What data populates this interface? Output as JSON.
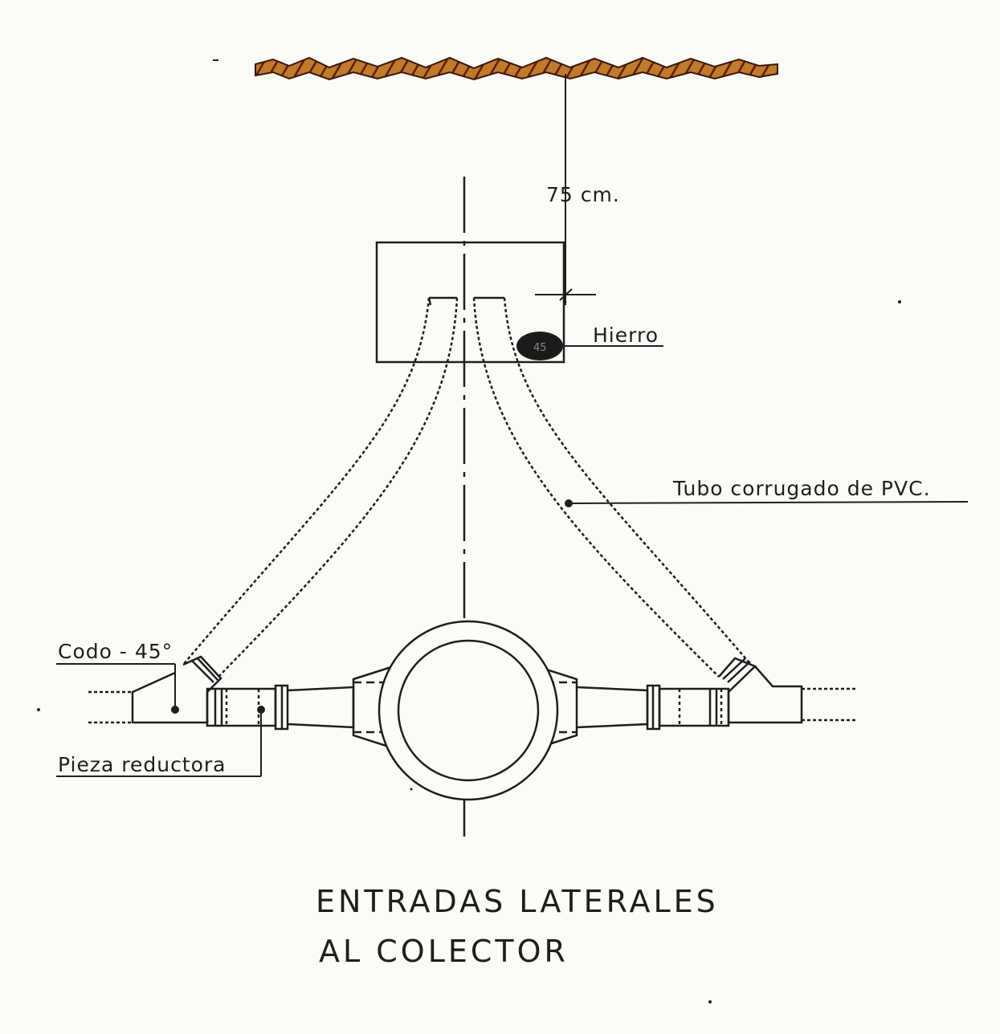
{
  "labels": {
    "dimension": "75 cm.",
    "hierro": "Hierro",
    "tubo": "Tubo   corrugado   de   PVC.",
    "codo": "Codo - 45°",
    "pieza": "Pieza  reductora"
  },
  "title": {
    "line1": "ENTRADAS  LATERALES",
    "line2": "AL  COLECTOR"
  },
  "colors": {
    "ink": "#1e1e1e",
    "ground": "#8a3a12",
    "paper": "#fbfbf8"
  }
}
